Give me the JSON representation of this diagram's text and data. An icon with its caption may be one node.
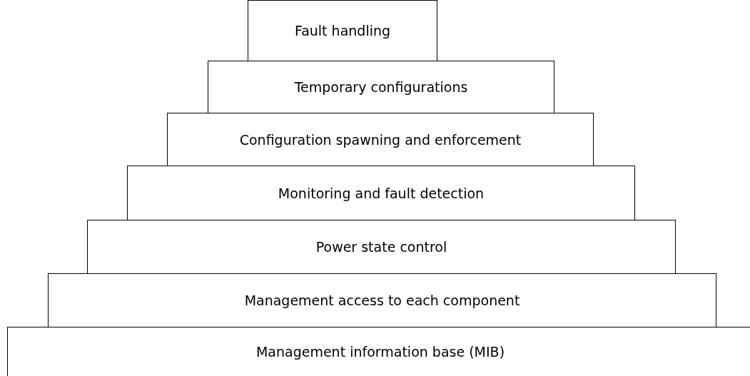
{
  "diagram": {
    "nodes": [
      {
        "text": [
          "Fault handling"
        ]
      },
      {
        "text": [
          "Temporary configurations"
        ]
      },
      {
        "text": [
          "Configuration spawning and enforcement"
        ]
      },
      {
        "text": [
          "Monitoring and fault detection"
        ]
      },
      {
        "text": [
          "Power state control"
        ]
      },
      {
        "text": [
          "Management access to each component"
        ]
      },
      {
        "text": [
          "Management information base (MIB)"
        ]
      }
    ],
    "edges": []
  }
}
